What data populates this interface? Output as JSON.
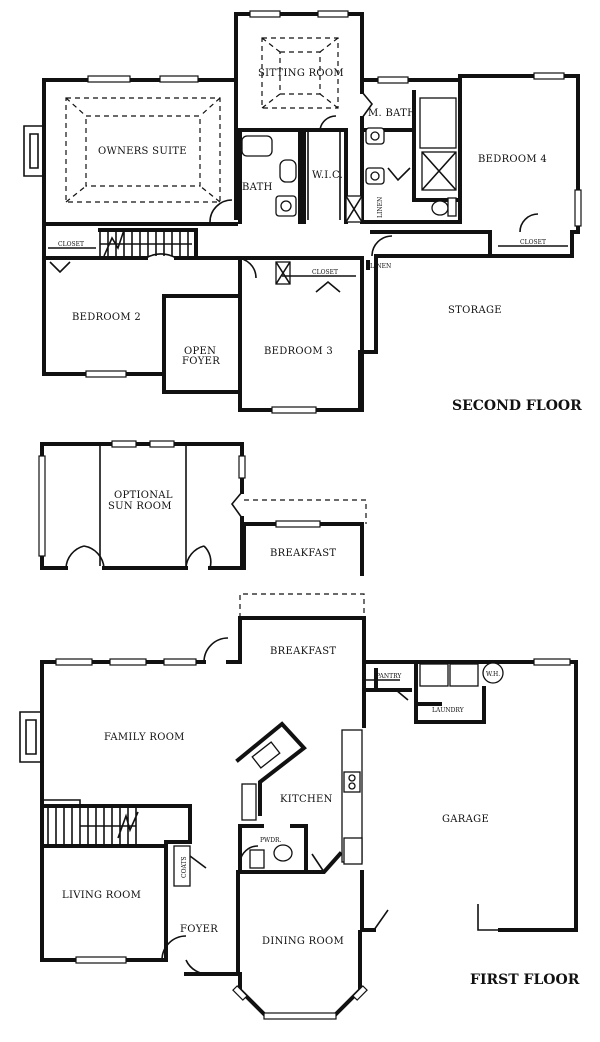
{
  "second_floor": {
    "title": "SECOND FLOOR",
    "rooms": {
      "sitting_room": "SITTING ROOM",
      "owners_suite": "OWNERS SUITE",
      "m_bath": "M. BATH",
      "bedroom_4": "BEDROOM 4",
      "bath": "BATH",
      "wic": "W.I.C.",
      "closet_left": "CLOSET",
      "closet_mid": "CLOSET",
      "closet_right": "CLOSET",
      "linen_left": "LINEN",
      "linen_right": "LINEN",
      "bedroom_2": "BEDROOM 2",
      "open_foyer_1": "OPEN",
      "open_foyer_2": "FOYER",
      "bedroom_3": "BEDROOM 3",
      "storage": "STORAGE"
    }
  },
  "option": {
    "sun_room_1": "OPTIONAL",
    "sun_room_2": "SUN ROOM",
    "breakfast": "BREAKFAST"
  },
  "first_floor": {
    "title": "FIRST FLOOR",
    "rooms": {
      "breakfast": "BREAKFAST",
      "pantry": "PANTRY",
      "wh": "W.H.",
      "laundry": "LAUNDRY",
      "family_room": "FAMILY ROOM",
      "kitchen": "KITCHEN",
      "garage": "GARAGE",
      "pwdr": "PWDR.",
      "coats": "COATS",
      "living_room": "LIVING ROOM",
      "foyer": "FOYER",
      "dining_room": "DINING ROOM"
    }
  }
}
